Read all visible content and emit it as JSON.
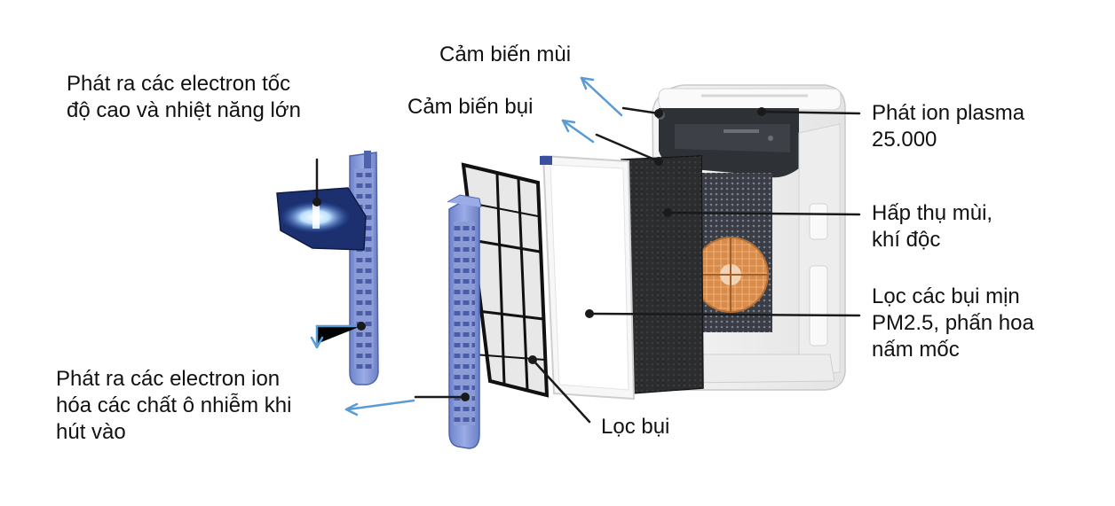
{
  "colors": {
    "leader_dark": "#1a1a1a",
    "leader_blue": "#5b9bd5",
    "ion_blue": "#7f93d6",
    "device_dark": "#2e3135",
    "carbon": "#2a2a2a",
    "copper": "#d98b4a"
  },
  "labels": {
    "odor_sensor": "Cảm biến mùi",
    "dust_sensor": "Cảm biến bụi",
    "electron_high_speed": [
      "Phát ra các electron tốc",
      "độ cao và nhiệt năng lớn"
    ],
    "plasma_ion": [
      "Phát ion plasma",
      "25.000"
    ],
    "odor_absorb": [
      "Hấp thụ mùi,",
      "khí độc"
    ],
    "fine_dust": [
      "Lọc các bụi mịn",
      "PM2.5, phấn hoa",
      "nấm mốc"
    ],
    "electron_ionize": [
      "Phát ra các electron ion",
      "hóa các chất ô nhiễm khi",
      "hút vào"
    ],
    "dust_filter": "Lọc bụi"
  }
}
